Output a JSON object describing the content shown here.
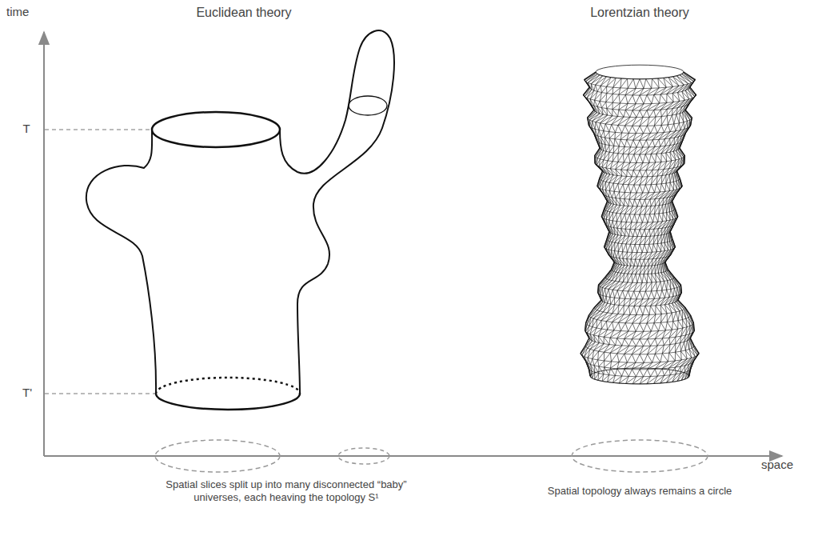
{
  "diagram": {
    "labels": [
      "time",
      "Euclidean theory",
      "Lorentzian theory",
      "T",
      "T'",
      "space",
      "Spatial slices split up into many disconnected “baby” universes, each heaving the topology S¹",
      "Spatial topology always remains a circle"
    ]
  }
}
